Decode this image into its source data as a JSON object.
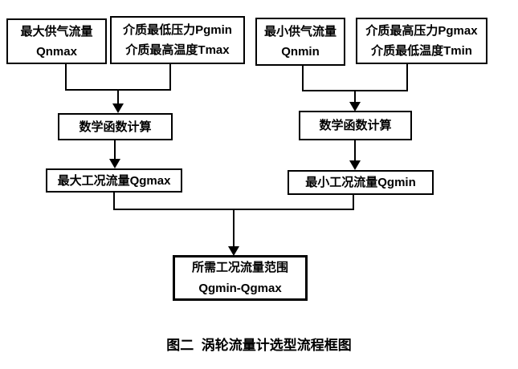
{
  "diagram": {
    "caption": "图二  涡轮流量计选型流程框图",
    "colors": {
      "background": "#ffffff",
      "line": "#000000",
      "text": "#000000"
    },
    "nodes": {
      "qnmax": {
        "line1": "最大供气流量",
        "line2": "Qnmax"
      },
      "pgmin_tmax": {
        "line1": "介质最低压力Pgmin",
        "line2": "介质最高温度Tmax"
      },
      "qnmin": {
        "line1": "最小供气流量",
        "line2": "Qnmin"
      },
      "pgmax_tmin": {
        "line1": "介质最高压力Pgmax",
        "line2": "介质最低温度Tmin"
      },
      "calc_left": {
        "label": "数学函数计算"
      },
      "calc_right": {
        "label": "数学函数计算"
      },
      "qgmax": {
        "label": "最大工况流量Qgmax"
      },
      "qgmin": {
        "label": "最小工况流量Qgmin"
      },
      "result": {
        "line1": "所需工况流量范围",
        "line2": "Qgmin-Qgmax"
      }
    }
  }
}
